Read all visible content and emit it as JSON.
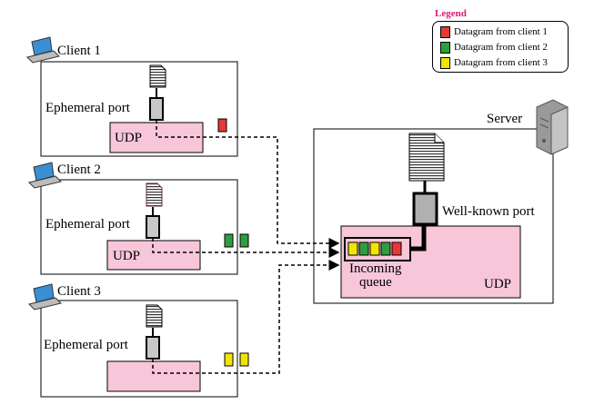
{
  "legend": {
    "title": "Legend",
    "items": [
      {
        "label": "Datagram from client 1",
        "color": "#e53935"
      },
      {
        "label": "Datagram from client 2",
        "color": "#2e9e3e"
      },
      {
        "label": "Datagram from client 3",
        "color": "#f2e600"
      }
    ]
  },
  "clients": [
    {
      "name": "Client 1",
      "port_label": "Ephemeral port",
      "udp_label": "UDP"
    },
    {
      "name": "Client 2",
      "port_label": "Ephemeral port",
      "udp_label": "UDP"
    },
    {
      "name": "Client 3",
      "port_label": "Ephemeral port",
      "udp_label": ""
    }
  ],
  "server": {
    "name": "Server",
    "port_label": "Well-known port",
    "queue_label_line1": "Incoming",
    "queue_label_line2": "queue",
    "udp_label": "UDP",
    "queue_slots": [
      "#f2e600",
      "#2e9e3e",
      "#f2e600",
      "#2e9e3e",
      "#e53935"
    ]
  },
  "colors": {
    "udp_fill": "#f7c6d9",
    "port_fill": "#c8c8c8",
    "legend_title": "#e0167a"
  }
}
